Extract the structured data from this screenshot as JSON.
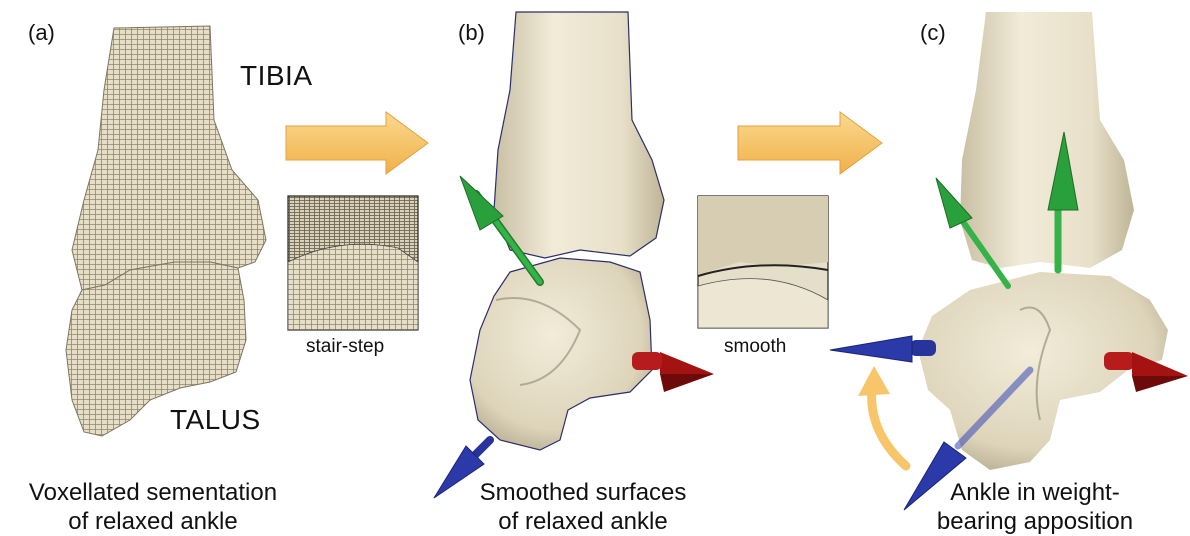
{
  "panels": {
    "a": {
      "label": "(a)",
      "caption_line1": "Voxellated sementation",
      "caption_line2": "of relaxed ankle",
      "bone_top": "TIBIA",
      "bone_bottom": "TALUS",
      "inset_label": "stair-step"
    },
    "b": {
      "label": "(b)",
      "caption_line1": "Smoothed surfaces",
      "caption_line2": "of relaxed ankle",
      "inset_label": "smooth"
    },
    "c": {
      "label": "(c)",
      "caption_line1": "Ankle in weight-",
      "caption_line2": "bearing apposition"
    }
  },
  "colors": {
    "bone": "#e9e2cc",
    "bone_shadow": "#b7ad92",
    "arrow_orange": "#f7c66b",
    "axis_green": "#2aa03c",
    "axis_red": "#b01818",
    "axis_blue": "#2736a0"
  }
}
